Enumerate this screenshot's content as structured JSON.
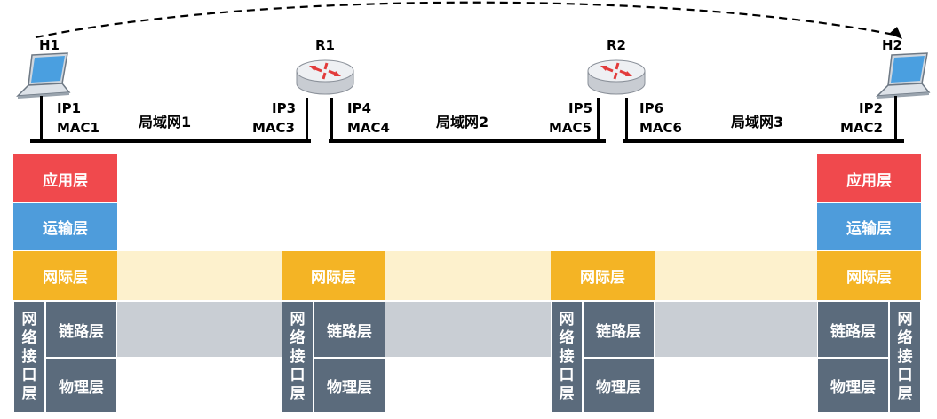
{
  "nodes": {
    "h1": "H1",
    "r1": "R1",
    "r2": "R2",
    "h2": "H2"
  },
  "addresses": {
    "ip1": "IP1",
    "mac1": "MAC1",
    "ip3": "IP3",
    "mac3": "MAC3",
    "ip4": "IP4",
    "mac4": "MAC4",
    "ip5": "IP5",
    "mac5": "MAC5",
    "ip6": "IP6",
    "mac6": "MAC6",
    "ip2": "IP2",
    "mac2": "MAC2"
  },
  "lans": {
    "lan1": "局域网1",
    "lan2": "局域网2",
    "lan3": "局域网3"
  },
  "layers": {
    "application": "应用层",
    "transport": "运输层",
    "network": "网际层",
    "link": "链路层",
    "physical": "物理层",
    "netif": [
      "网",
      "络",
      "接",
      "口",
      "层"
    ]
  },
  "colors": {
    "application": "#f0494d",
    "transport": "#4e9cdb",
    "network": "#f4b425",
    "netif": "#5b6b7c",
    "network_band": "#fdf1cd",
    "link_band": "#c9ced4"
  }
}
